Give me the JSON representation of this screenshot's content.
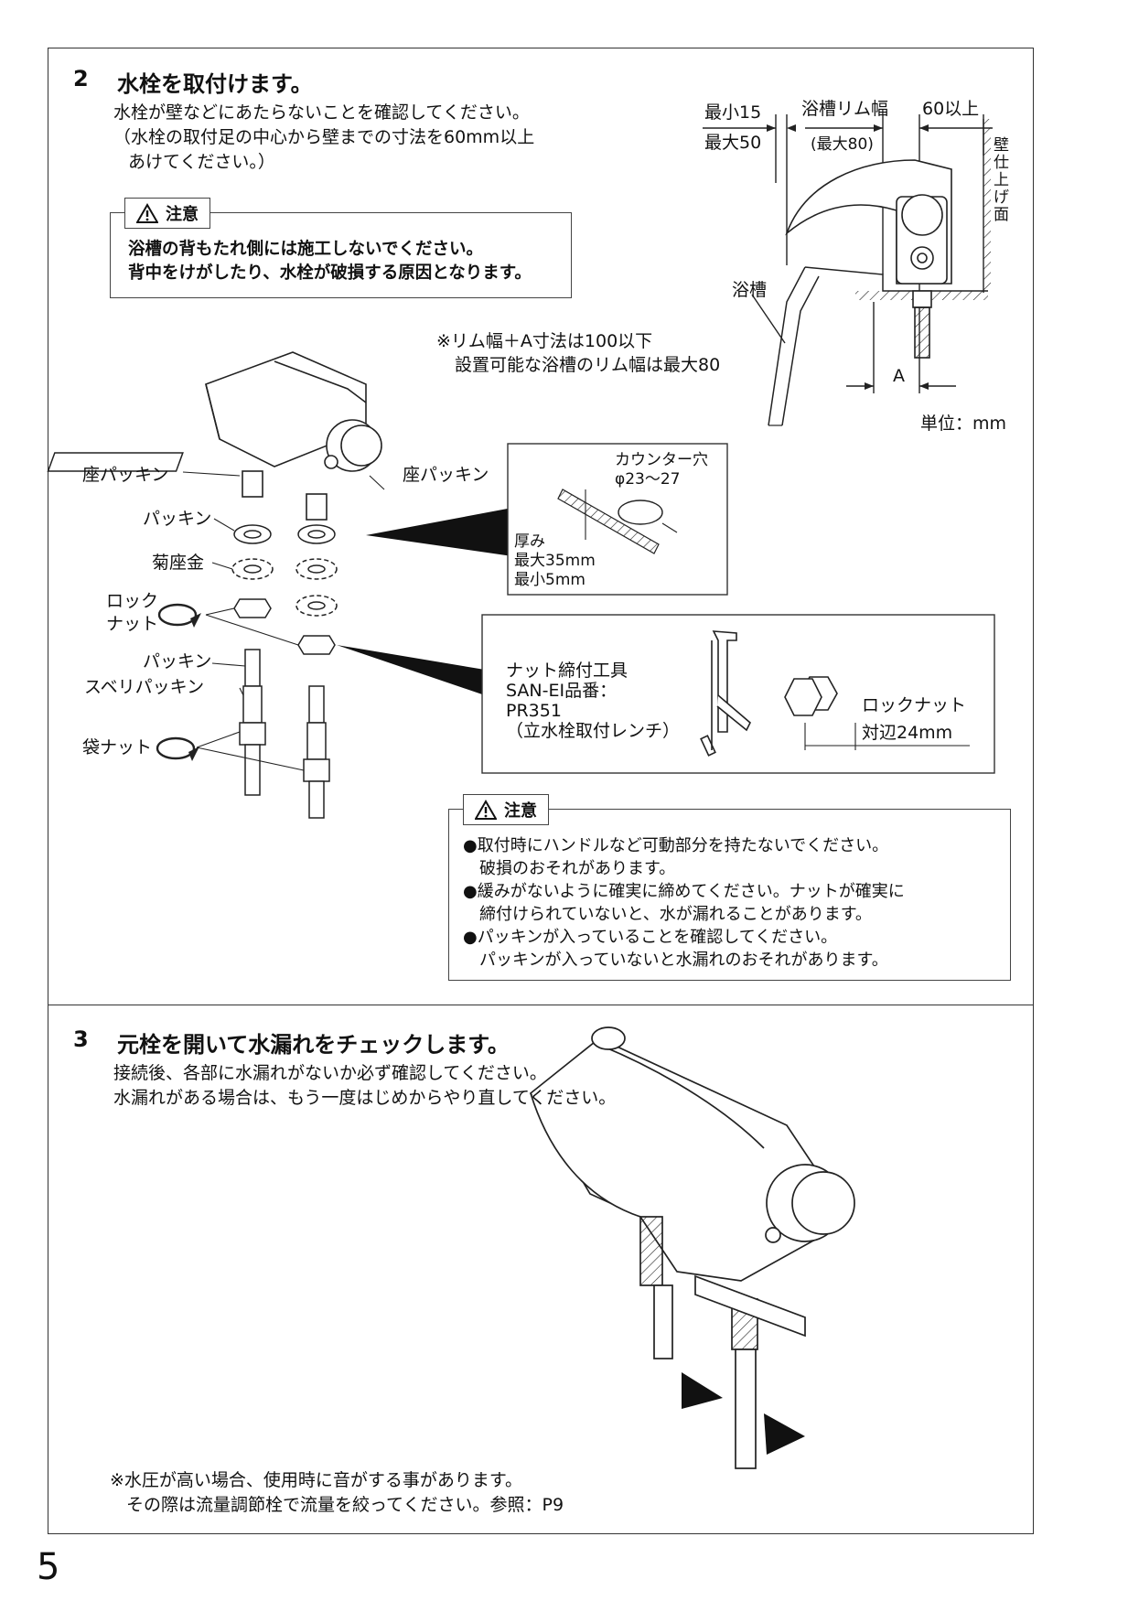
{
  "step2": {
    "number": "2",
    "title": "水栓を取付けます。",
    "lines": [
      "水栓が壁などにあたらないことを確認してください。",
      "（水栓の取付足の中心から壁までの寸法を60mm以上",
      "あけてください。）"
    ]
  },
  "caution1": {
    "label": "注意",
    "lines": [
      "浴槽の背もたれ側には施工しないでください。",
      "背中をけがしたり、水栓が破損する原因となります。"
    ]
  },
  "diagram_top": {
    "min": "最小15",
    "max": "最大50",
    "rim": "浴槽リム幅",
    "rim_max": "(最大80)",
    "over60": "60以上",
    "wall": [
      "壁",
      "仕",
      "上",
      "げ",
      "面"
    ],
    "tub": "浴槽",
    "a": "A",
    "unit": "単位：mm"
  },
  "note_rim": [
    "※リム幅＋A寸法は100以下",
    "設置可能な浴槽のリム幅は最大80"
  ],
  "parts": {
    "seat_packing_left": "座パッキン",
    "seat_packing_right": "座パッキン",
    "packing": "パッキン",
    "washer": "菊座金",
    "locknut": [
      "ロック",
      "ナット"
    ],
    "packing2": "パッキン",
    "slip_packing": "スベリパッキン",
    "cap_nut": "袋ナット"
  },
  "counter_hole": {
    "title": "カウンター穴",
    "diameter": "φ23～27",
    "thickness": "厚み",
    "max": "最大35mm",
    "min": "最小5mm"
  },
  "tool": {
    "lines": [
      "ナット締付工具",
      "SAN-EI品番：",
      "PR351",
      "（立水栓取付レンチ）"
    ],
    "locknut": "ロックナット",
    "width": "対辺24mm"
  },
  "caution2": {
    "label": "注意",
    "lines": [
      "●取付時にハンドルなど可動部分を持たないでください。",
      "　破損のおそれがあります。",
      "●緩みがないように確実に締めてください。ナットが確実に",
      "　締付けられていないと、水が漏れることがあります。",
      "●パッキンが入っていることを確認してください。",
      "　パッキンが入っていないと水漏れのおそれがあります。"
    ]
  },
  "step3": {
    "number": "3",
    "title": "元栓を開いて水漏れをチェックします。",
    "lines": [
      "接続後、各部に水漏れがないか必ず確認してください。",
      "水漏れがある場合は、もう一度はじめからやり直してください。"
    ]
  },
  "note_pressure": [
    "※水圧が高い場合、使用時に音がする事があります。",
    "その際は流量調節栓で流量を絞ってください。参照：P9"
  ],
  "page_number": "5"
}
